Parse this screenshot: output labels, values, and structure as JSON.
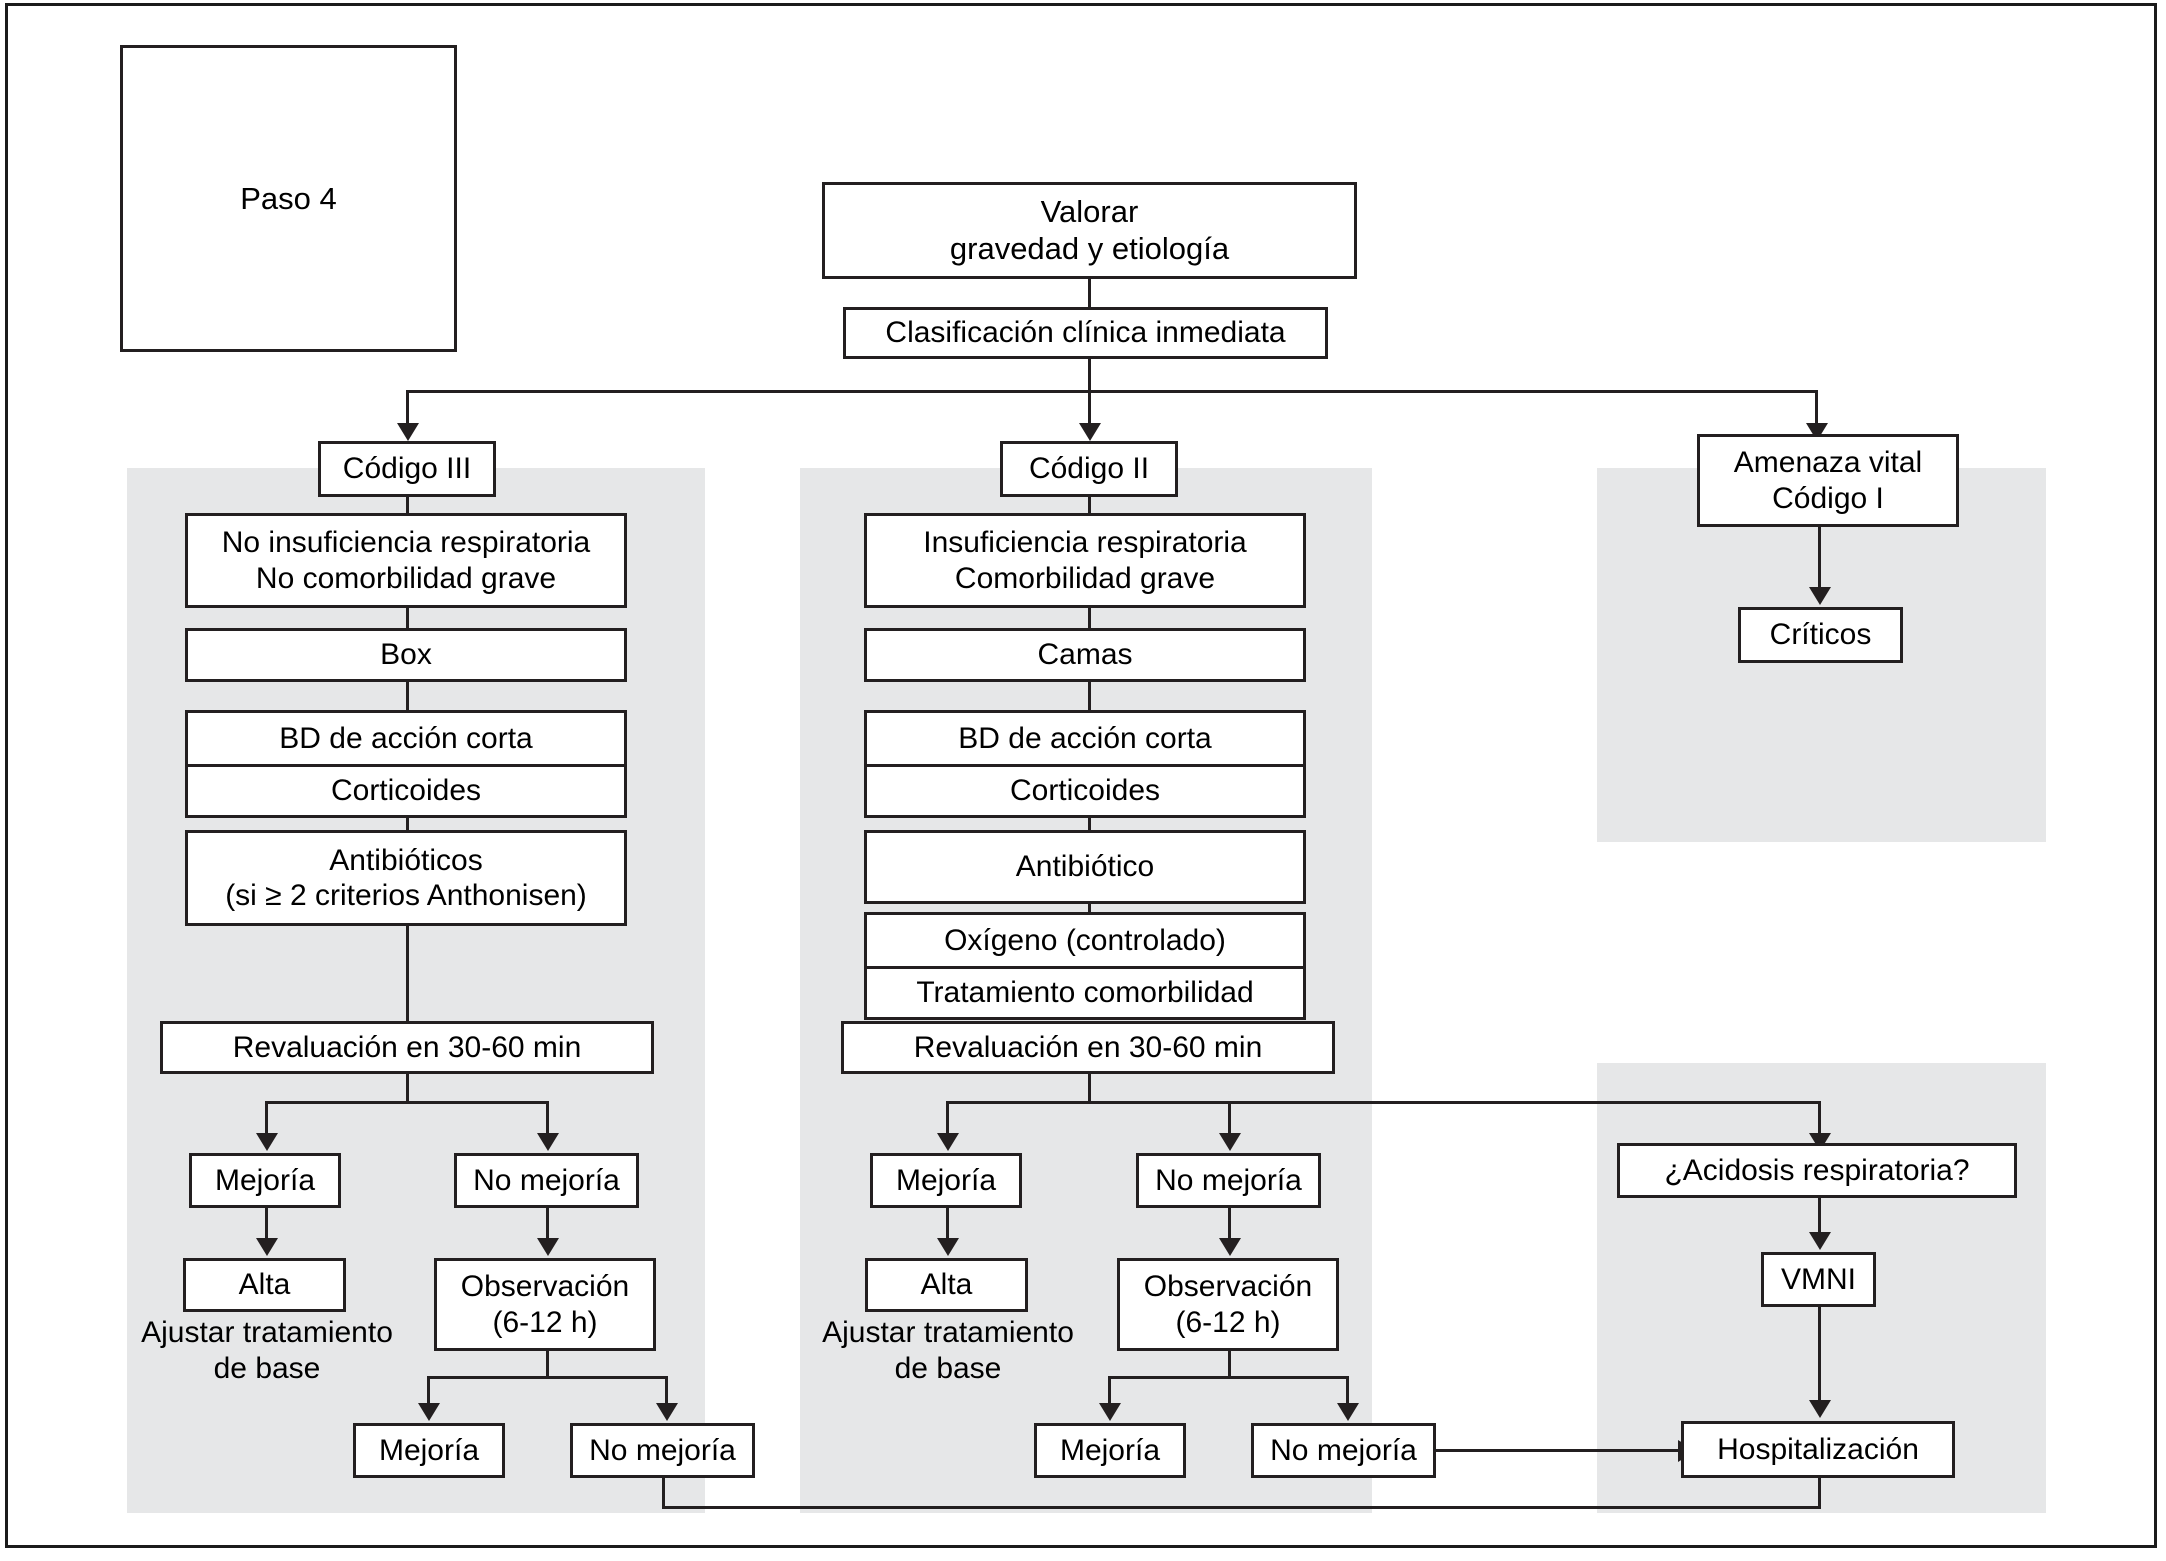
{
  "figure": {
    "step_label": "Paso 4",
    "colors": {
      "panel_gray": "#e6e7e8",
      "stroke": "#231f20",
      "background": "#ffffff"
    }
  },
  "header": {
    "assess": "Valorar\ngravedad y etiología",
    "assess_line1": "Valorar",
    "assess_line2": "gravedad y etiología",
    "triage": "Clasificación clínica inmediata"
  },
  "columns": [
    {
      "id": "codigo-3",
      "title": "Código III",
      "criteria_line1": "No insuficiencia respiratoria",
      "criteria_line2": "No comorbilidad grave",
      "location": "Box",
      "treatments": [
        "BD de acción corta",
        "Corticoides"
      ],
      "antibiotic_line1": "Antibióticos",
      "antibiotic_line2": "(si ≥ 2 criterios Anthonisen)",
      "reassessment": "Revaluación en 30-60 min",
      "improve": "Mejoría",
      "no_improve": "No mejoría",
      "discharge": "Alta",
      "discharge_note_line1": "Ajustar tratamiento",
      "discharge_note_line2": "de base",
      "observation_line1": "Observación",
      "observation_line2": "(6-12 h)",
      "improve2": "Mejoría",
      "no_improve2": "No mejoría"
    },
    {
      "id": "codigo-2",
      "title": "Código II",
      "criteria_line1": "Insuficiencia respiratoria",
      "criteria_line2": "Comorbilidad grave",
      "location": "Camas",
      "treatments": [
        "BD de acción corta",
        "Corticoides"
      ],
      "antibiotic_line1": "Antibiótico",
      "oxygen": "Oxígeno (controlado)",
      "comorbidity": "Tratamiento comorbilidad",
      "reassessment": "Revaluación en 30-60 min",
      "improve": "Mejoría",
      "no_improve": "No mejoría",
      "discharge": "Alta",
      "discharge_note_line1": "Ajustar tratamiento",
      "discharge_note_line2": "de base",
      "observation_line1": "Observación",
      "observation_line2": "(6-12 h)",
      "improve2": "Mejoría",
      "no_improve2": "No mejoría"
    },
    {
      "id": "codigo-1",
      "title_line1": "Amenaza vital",
      "title_line2": "Código I",
      "destination": "Críticos"
    }
  ],
  "right_branch": {
    "question": "¿Acidosis respiratoria?",
    "vmni": "VMNI",
    "hospitalization": "Hospitalización"
  }
}
